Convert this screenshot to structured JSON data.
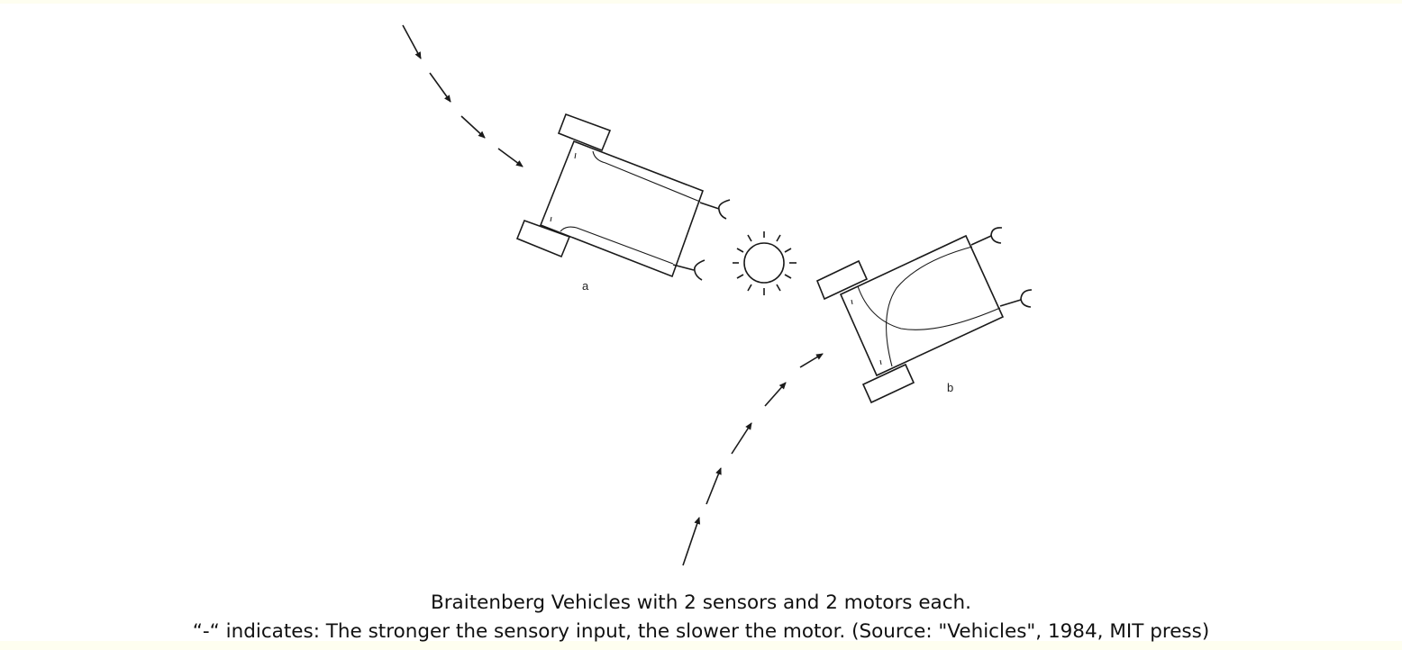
{
  "figure": {
    "vehicle_a_label": "a",
    "vehicle_b_label": "b",
    "connection_sign": "-",
    "stimulus_icon": "sun-icon",
    "line_color": "#1a1a1a"
  },
  "caption": {
    "line1": "Braitenberg Vehicles with 2 sensors and 2 motors each.",
    "line2": "“-“ indicates: The stronger the sensory input, the slower the motor. (Source: \"Vehicles\", 1984, MIT press)"
  }
}
